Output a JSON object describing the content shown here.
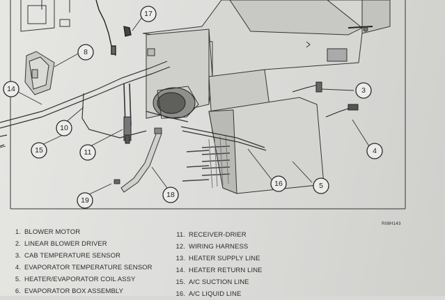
{
  "diagram": {
    "part_id": "R08H143",
    "callouts": [
      "3",
      "4",
      "5",
      "8",
      "10",
      "11",
      "14",
      "15",
      "16",
      "17",
      "18",
      "19"
    ]
  },
  "legend": {
    "left": [
      {
        "num": "1.",
        "label": "BLOWER MOTOR"
      },
      {
        "num": "2.",
        "label": "LINEAR BLOWER DRIVER"
      },
      {
        "num": "3.",
        "label": "CAB TEMPERATURE SENSOR"
      },
      {
        "num": "4.",
        "label": "EVAPORATOR TEMPERATURE SENSOR"
      },
      {
        "num": "5.",
        "label": "HEATER/EVAPORATOR COIL ASSY"
      },
      {
        "num": "6.",
        "label": "EVAPORATOR BOX ASSEMBLY"
      }
    ],
    "right": [
      {
        "num": "11.",
        "label": "RECEIVER-DRIER"
      },
      {
        "num": "12.",
        "label": "WIRING HARNESS"
      },
      {
        "num": "13.",
        "label": "HEATER SUPPLY LINE"
      },
      {
        "num": "14.",
        "label": "HEATER RETURN LINE"
      },
      {
        "num": "15.",
        "label": "A/C SUCTION LINE"
      },
      {
        "num": "16.",
        "label": "A/C LIQUID LINE"
      }
    ]
  }
}
